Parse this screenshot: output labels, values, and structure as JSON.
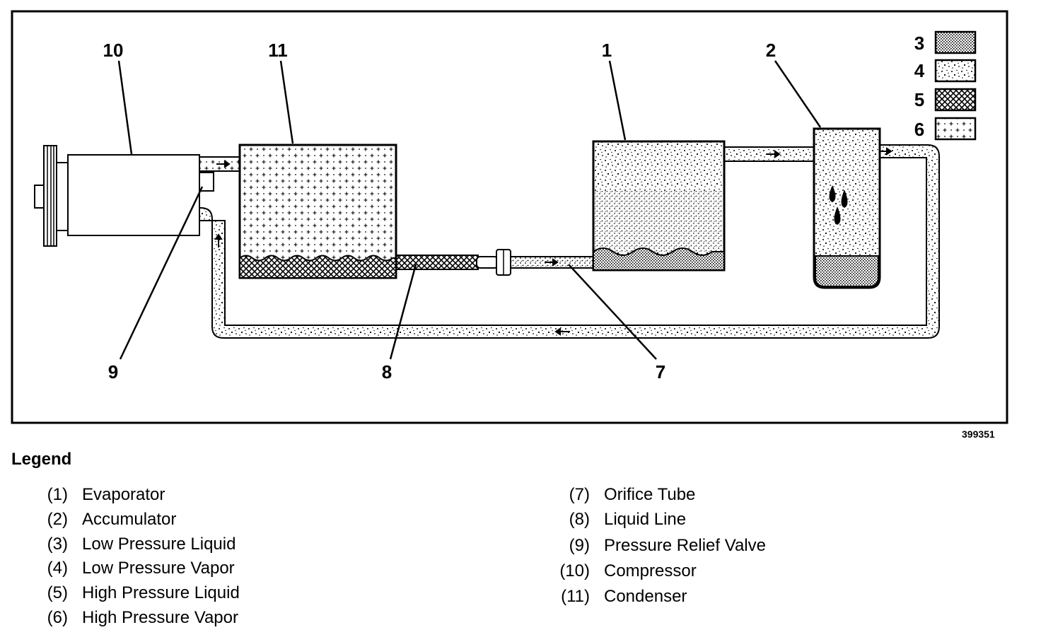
{
  "diagram": {
    "callouts": {
      "c1": "1",
      "c2": "2",
      "c7": "7",
      "c8": "8",
      "c9": "9",
      "c10": "10",
      "c11": "11"
    },
    "key": [
      {
        "number": "3"
      },
      {
        "number": "4"
      },
      {
        "number": "5"
      },
      {
        "number": "6"
      }
    ],
    "figure_id": "399351"
  },
  "legend": {
    "title": "Legend",
    "items": [
      {
        "number": "(1)",
        "label": "Evaporator"
      },
      {
        "number": "(2)",
        "label": "Accumulator"
      },
      {
        "number": "(3)",
        "label": "Low Pressure Liquid"
      },
      {
        "number": "(4)",
        "label": "Low Pressure Vapor"
      },
      {
        "number": "(5)",
        "label": "High Pressure Liquid"
      },
      {
        "number": "(6)",
        "label": "High Pressure Vapor"
      },
      {
        "number": "(7)",
        "label": "Orifice Tube"
      },
      {
        "number": "(8)",
        "label": "Liquid Line"
      },
      {
        "number": "(9)",
        "label": "Pressure Relief Valve"
      },
      {
        "number": "(10)",
        "label": "Compressor"
      },
      {
        "number": "(11)",
        "label": "Condenser"
      }
    ]
  }
}
